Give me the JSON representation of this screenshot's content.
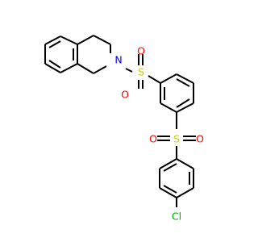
{
  "molecule": {
    "atoms": {
      "nitrogen": {
        "label": "N",
        "color": "#0000ff"
      },
      "sulfonyl_top_sulfur": {
        "label": "S",
        "color": "#cccc00"
      },
      "sulfonyl_top_oxygen_upper": {
        "label": "O",
        "color": "#ff0000"
      },
      "sulfonyl_top_oxygen_lower": {
        "label": "O",
        "color": "#ff0000"
      },
      "sulfonyl_mid_sulfur": {
        "label": "S",
        "color": "#cccc00"
      },
      "sulfonyl_mid_oxygen_left": {
        "label": "O",
        "color": "#ff0000"
      },
      "sulfonyl_mid_oxygen_right": {
        "label": "O",
        "color": "#ff0000"
      },
      "chlorine": {
        "label": "Cl",
        "color": "#00aa00"
      }
    },
    "bond_color": "#000000"
  }
}
